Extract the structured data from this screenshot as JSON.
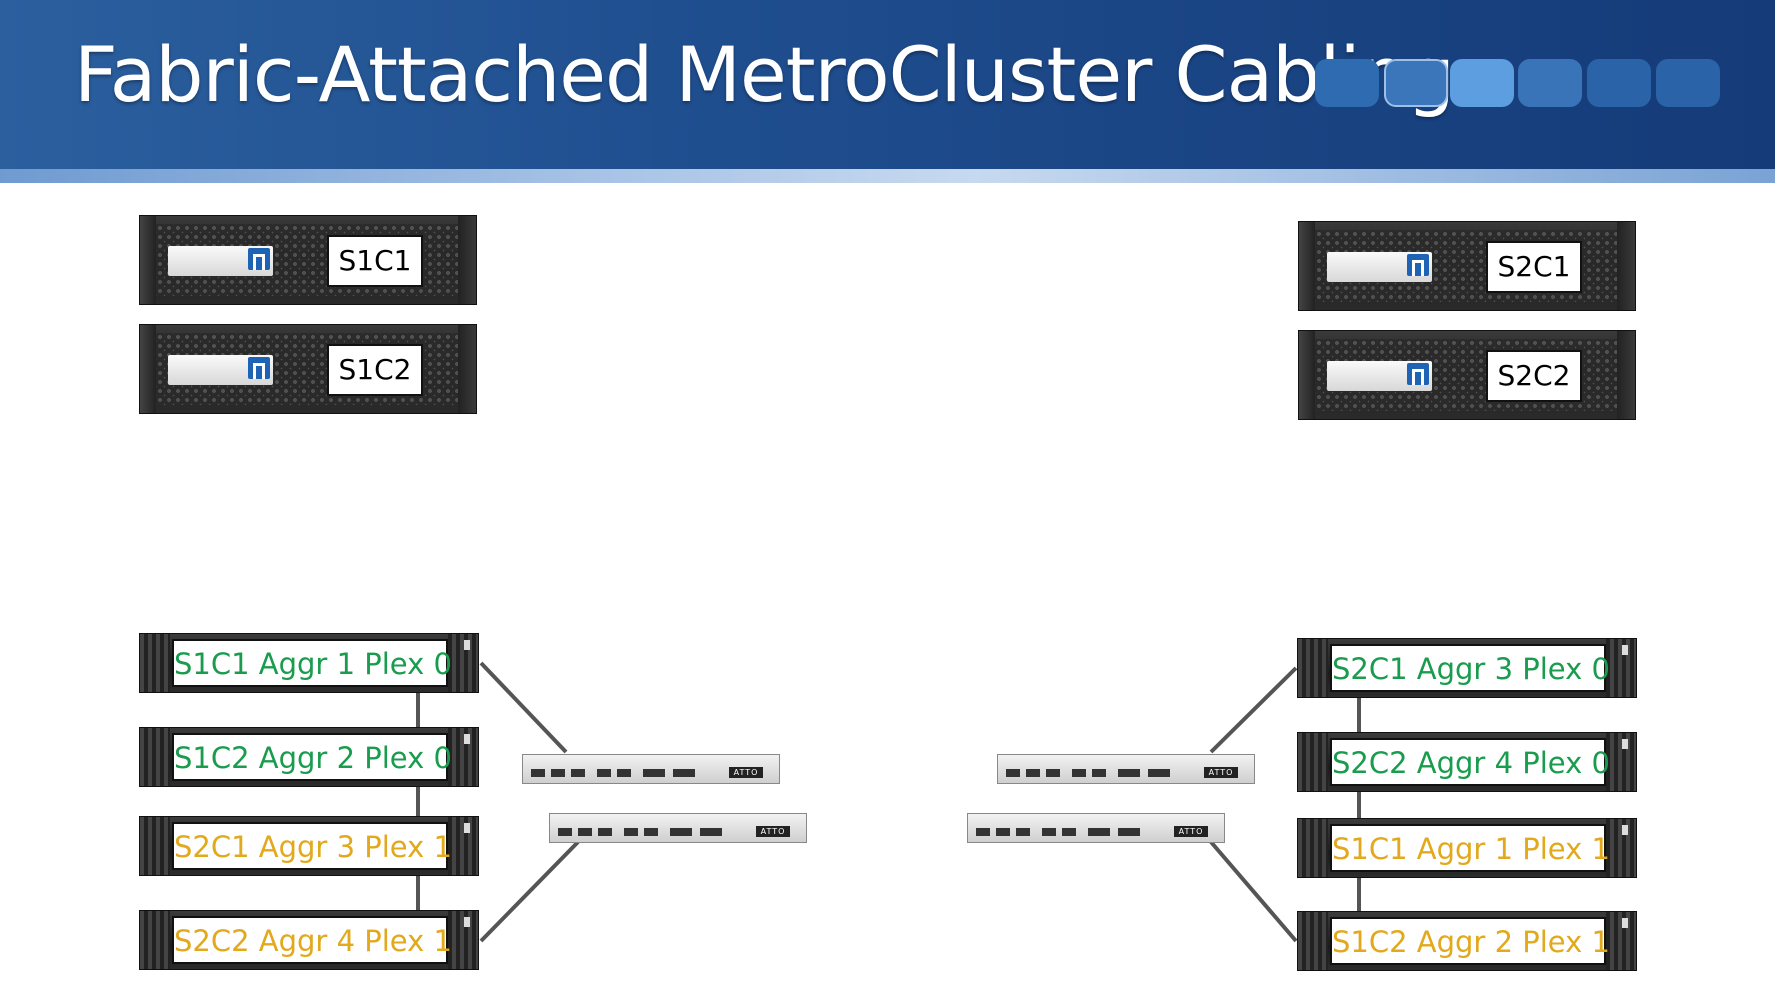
{
  "header": {
    "title": "Fabric-Attached MetroCluster Cabling",
    "tile_colors": [
      "#2f6bb0",
      "#3b76bb",
      "#5d9ee0",
      "#3a74b8",
      "#2a63a8",
      "#2a63a8"
    ]
  },
  "controllers": [
    {
      "id": "s1c1",
      "label": "S1C1"
    },
    {
      "id": "s1c2",
      "label": "S1C2"
    },
    {
      "id": "s2c1",
      "label": "S2C1"
    },
    {
      "id": "s2c2",
      "label": "S2C2"
    }
  ],
  "shelves": {
    "left": [
      {
        "label": "S1C1 Aggr 1 Plex 0",
        "kind": "primary"
      },
      {
        "label": "S1C2 Aggr 2 Plex 0",
        "kind": "primary"
      },
      {
        "label": "S2C1 Aggr 3 Plex 1",
        "kind": "mirror"
      },
      {
        "label": "S2C2 Aggr 4 Plex 1",
        "kind": "mirror"
      }
    ],
    "right": [
      {
        "label": "S2C1 Aggr 3 Plex 0",
        "kind": "primary"
      },
      {
        "label": "S2C2 Aggr 4 Plex 0",
        "kind": "primary"
      },
      {
        "label": "S1C1 Aggr 1 Plex 1",
        "kind": "mirror"
      },
      {
        "label": "S1C2 Aggr 2 Plex 1",
        "kind": "mirror"
      }
    ]
  },
  "bridges": {
    "brand": "ATTO"
  },
  "colors": {
    "primary_text": "#1a9c4e",
    "mirror_text": "#e1a91b",
    "cable": "#555555"
  }
}
